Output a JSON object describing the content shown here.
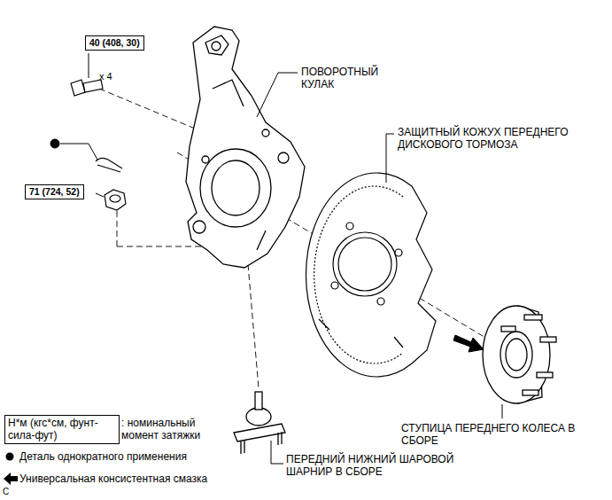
{
  "diagram": {
    "nodes": [
      {
        "text": [
          "40 (408, 30)"
        ]
      },
      {
        "text": [
          "71 (724, 52)"
        ]
      },
      {
        "text": [
          "Н*м (кгс*см, фунт-сила-фут)"
        ]
      }
    ],
    "labels": [
      "x 4",
      "ПОВОРОТНЫЙ КУЛАК",
      "ЗАЩИТНЫЙ КОЖУХ ПЕРЕДНЕГО ДИСКОВОГО ТОРМОЗА",
      "СТУПИЦА ПЕРЕДНЕГО КОЛЕСА В СБОРЕ",
      "ПЕРЕДНИЙ НИЖНИЙ ШАРОВОЙ ШАРНИР В СБОРЕ",
      "C"
    ],
    "legend": [
      {
        "text": ": номинальный момент затяжки"
      },
      {
        "text": "Деталь однократного применения"
      },
      {
        "text": "Универсальная консистентная смазка"
      }
    ]
  }
}
